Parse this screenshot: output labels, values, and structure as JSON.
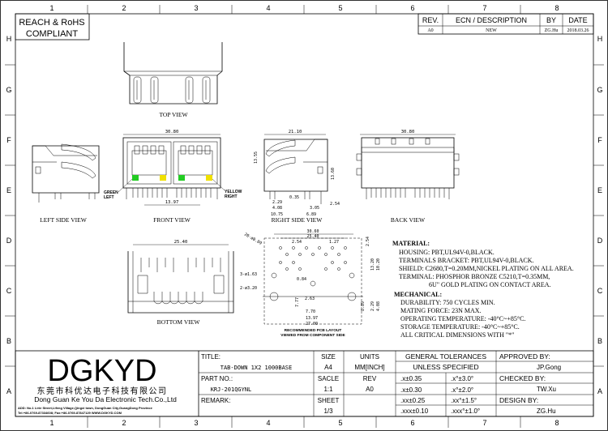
{
  "compliance": {
    "line1": "REACH & RoHS",
    "line2": "COMPLIANT"
  },
  "grid": {
    "cols": [
      "1",
      "2",
      "3",
      "4",
      "5",
      "6",
      "7",
      "8"
    ],
    "rows": [
      "H",
      "G",
      "F",
      "E",
      "D",
      "C",
      "B",
      "A"
    ]
  },
  "revision": {
    "headers": [
      "REV.",
      "ECN / DESCRIPTION",
      "BY",
      "DATE"
    ],
    "row": [
      "A0",
      "NEW",
      "ZG.Hu",
      "2018.03.26"
    ]
  },
  "views": {
    "top": "TOP VIEW",
    "left_side": "LEFT SIDE VIEW",
    "front": "FRONT VIEW",
    "right_side": "RIGHT SIDE VIEW",
    "back": "BACK VIEW",
    "bottom": "BOTTOM VIEW",
    "pcb_line1": "RECOMMENDED PCB LAYOUT",
    "pcb_line2": "VIEWED FROM COMPONENT SIDE"
  },
  "labels": {
    "green_left": "GREEN",
    "left": "LEFT",
    "yellow_right": "YELLOW",
    "right": "RIGHT"
  },
  "dims": {
    "front_width": "30.80",
    "front_pitch": "13.97",
    "side_width": "21.10",
    "side_h1": "13.55",
    "side_h2": "13.60",
    "side_a": "2.29",
    "side_b": "4.08",
    "side_c": "3.05",
    "side_d": "10.75",
    "side_e": "6.89",
    "side_f": "2.54",
    "side_g": "0.35",
    "back_width": "30.80",
    "bottom_width": "25.40",
    "pcb_w1": "30.60",
    "pcb_w2": "25.40",
    "pcb_p1": "2.54",
    "pcb_p2": "1.27",
    "pcb_h1": "2.54",
    "pcb_h2": "13.20",
    "pcb_h3": "10.20",
    "pcb_hole1": "20-ø0.89",
    "pcb_hole2": "3-ø1.63",
    "pcb_hole3": "2-ø3.20",
    "pcb_a": "0.84",
    "pcb_b": "2.63",
    "pcb_c": "7.77",
    "pcb_d": "7.70",
    "pcb_e": "13.97",
    "pcb_f": "27.00",
    "pcb_g": "8.89",
    "pcb_h": "2.29",
    "pcb_i": "4.08"
  },
  "material": {
    "title": "MATERIAL:",
    "lines": [
      "HOUSING: PBT,UL94V-0,BLACK.",
      "TERMINALS BRACKET: PBT,UL94V-0,BLACK.",
      "SHIELD: C2680,T=0.20MM,NICKEL PLATING ON ALL AREA.",
      "TERMINAL: PHOSPHOR BRONZE C5210,T=0.35MM,",
      "6U\" GOLD PLATING ON CONTACT AREA."
    ]
  },
  "mechanical": {
    "title": "MECHANICAL:",
    "lines": [
      "DURABILITY: 750 CYCLES MIN.",
      "MATING FORCE: 23N MAX.",
      "OPERATING TEMPERATURE: -40°C~+85°C.",
      "STORAGE TEMPERATURE: -40°C~+85°C.",
      "ALL CRITICAL DIMENSIONS WITH \"*\""
    ]
  },
  "title_block": {
    "logo": "DGKYD",
    "company_cn": "东莞市科优达电子科技有限公司",
    "company_en": "Dong Guan Ke You Da Electronic Tech.Co.,Ltd",
    "addr1": "ADD: No.1 Lirie Street,Lifeng Village,Qingxi town, DongGuan City,GuangDong Province",
    "addr2": "Tel:+86-0769-87334608; Fax:+86-0769-87847129 WWW.DGKYD.COM",
    "title_label": "TITLE:",
    "title_value": "TAB-DOWN 1X2 1000BASE",
    "size_label": "SIZE",
    "size_value": "A4",
    "units_label": "UNITS",
    "units_value": "MM[INCH]",
    "tol_label": "GENERAL TOLERANCES",
    "tol_sub": "UNLESS SPECIFIED",
    "tolerances": [
      [
        ".x±0.35",
        ".x°±3.0°"
      ],
      [
        ".x±0.30",
        ".x°±2.0°"
      ],
      [
        ".xx±0.25",
        ".xx°±1.5°"
      ],
      [
        ".xxx±0.10",
        ".xxx°±1.0°"
      ]
    ],
    "part_label": "PART NO.:",
    "part_value": "KRJ-201QGYNL",
    "scale_label": "SACLE",
    "scale_value": "1:1",
    "rev_label": "REV",
    "rev_value": "A0",
    "remark_label": "REMARK:",
    "sheet_label": "SHEET",
    "sheet_value": "1/3",
    "approved_label": "APPROVED BY:",
    "approved_value": "JP.Gong",
    "checked_label": "CHECKED BY:",
    "checked_value": "TW.Xu",
    "design_label": "DESIGN BY:",
    "design_value": "ZG.Hu"
  },
  "colors": {
    "led_green": "#22cc22",
    "led_yellow": "#f0e000"
  }
}
